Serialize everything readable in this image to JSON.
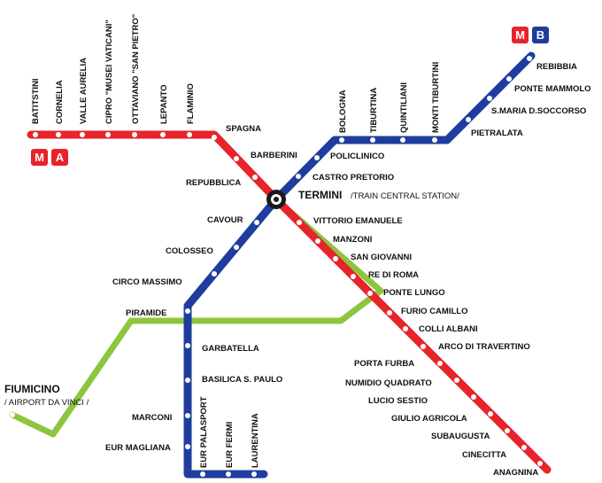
{
  "colors": {
    "line_a": "#e8232a",
    "line_b": "#1f3d9e",
    "line_c": "#8cc63f",
    "hub": "#1a1a1a"
  },
  "badges": {
    "metro_letter": "M",
    "line_a_letter": "A",
    "line_b_letter": "B"
  },
  "line_a": {
    "stations": [
      "BATITSTINI",
      "CORNELIA",
      "VALLE AURELIA",
      "CIPRO \"MUSEI VATICANI\"",
      "OTTAVIANO \"SAN PIETRO\"",
      "LEPANTO",
      "FLAMINIO",
      "SPAGNA",
      "BARBERINI",
      "REPUBBLICA",
      "TERMINI",
      "VITTORIO EMANUELE",
      "MANZONI",
      "SAN GIOVANNI",
      "RE DI ROMA",
      "PONTE LUNGO",
      "FURIO CAMILLO",
      "COLLI ALBANI",
      "ARCO DI TRAVERTINO",
      "PORTA FURBA",
      "NUMIDIO QUADRATO",
      "LUCIO SESTIO",
      "GIULIO AGRICOLA",
      "SUBAUGUSTA",
      "CINECITTA",
      "ANAGNINA"
    ]
  },
  "line_b": {
    "stations": [
      "REBIBBIA",
      "PONTE MAMMOLO",
      "S.MARIA D.SOCCORSO",
      "PIETRALATA",
      "MONTI TIBURTINI",
      "QUINTILIANI",
      "TIBURTINA",
      "BOLOGNA",
      "POLICLINICO",
      "CASTRO PRETORIO",
      "TERMINI",
      "CAVOUR",
      "COLOSSEO",
      "CIRCO MASSIMO",
      "PIRAMIDE",
      "GARBATELLA",
      "BASILICA S. PAULO",
      "MARCONI",
      "EUR MAGLIANA",
      "EUR PALASPORT",
      "EUR FERMI",
      "LAURENTINA"
    ]
  },
  "line_c": {
    "stations": [
      "FIUMICINO",
      "PIRAMIDE",
      "PONTE LUNGO",
      "TERMINI"
    ]
  },
  "termini": {
    "name": "TERMINI",
    "note": "/TRAIN CENTRAL STATION/"
  },
  "fiumicino": {
    "name": "FIUMICINO",
    "note": "/ AIRPORT DA VINCI /"
  }
}
